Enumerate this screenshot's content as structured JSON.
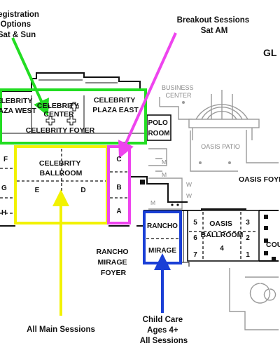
{
  "header": {
    "title_fragment": "GL"
  },
  "callouts": {
    "registration": {
      "lines": [
        "Registration",
        "Options",
        "Sat & Sun"
      ],
      "color": "#22dd22"
    },
    "breakout": {
      "lines": [
        "Breakout Sessions",
        "Sat AM"
      ],
      "color": "#ee44ee"
    },
    "main_sessions": {
      "text": "All Main Sessions",
      "color": "#f2f200"
    },
    "child_care": {
      "lines": [
        "Child Care",
        "Ages 4+",
        "All Sessions"
      ],
      "color": "#1a3fd6"
    }
  },
  "rooms": {
    "celebrity_plaza_west": {
      "lines": [
        "CELEBRITY",
        "PLAZA WEST"
      ]
    },
    "celebrity_plaza_east": {
      "lines": [
        "CELEBRITY",
        "PLAZA EAST"
      ]
    },
    "celebrity_center": {
      "lines": [
        "CELEBRITY",
        "CENTER"
      ]
    },
    "celebrity_foyer": {
      "text": "CELEBRITY FOYER"
    },
    "celebrity_ballroom": {
      "lines": [
        "CELEBRITY",
        "BALLROOM"
      ],
      "sections": [
        "E",
        "D"
      ]
    },
    "left_sections": [
      "F",
      "G",
      "H"
    ],
    "breakout_sections": [
      "C",
      "B",
      "A"
    ],
    "polo_room": {
      "lines": [
        "POLO",
        "ROOM"
      ]
    },
    "business_center": {
      "lines": [
        "BUSINESS",
        "CENTER"
      ]
    },
    "oasis_patio": {
      "text": "OASIS PATIO"
    },
    "oasis_foyer": {
      "text": "OASIS FOYER"
    },
    "oasis_ballroom": {
      "lines": [
        "OASIS",
        "BALLROOM"
      ],
      "sections": [
        "5",
        "4",
        "3",
        "6",
        "2",
        "7",
        "1"
      ]
    },
    "oasis_courtyard": {
      "text": "COU"
    },
    "rancho_mirage": {
      "top": "RANCHO",
      "bottom": "MIRAGE"
    },
    "rancho_mirage_foyer": {
      "lines": [
        "RANCHO",
        "MIRAGE",
        "FOYER"
      ]
    },
    "restrooms": [
      "M",
      "M",
      "W",
      "W",
      "M"
    ]
  }
}
